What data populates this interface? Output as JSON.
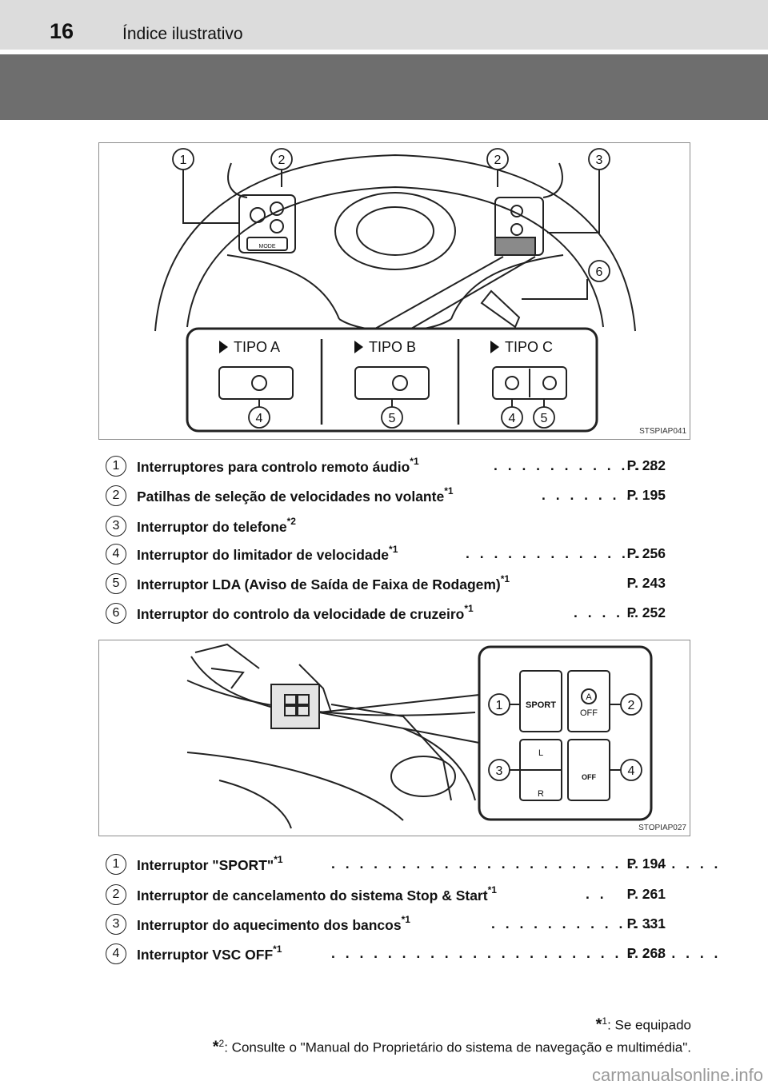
{
  "header": {
    "page_number": "16",
    "section_title": "Índice ilustrativo"
  },
  "figure1": {
    "code": "STSPIAP041",
    "types": [
      "TIPO A",
      "TIPO B",
      "TIPO C"
    ],
    "callouts": [
      "1",
      "2",
      "2",
      "3",
      "6",
      "4",
      "5",
      "4",
      "5"
    ],
    "mode_label": "MODE"
  },
  "list1": [
    {
      "num": "1",
      "text": "Interruptores para controlo remoto áudio",
      "note": "*1",
      "dots": ". . . . . . . . . . . .",
      "page": "P. 282"
    },
    {
      "num": "2",
      "text": "Patilhas de seleção de velocidades no volante",
      "note": "*1",
      "dots": ". . . . . . .",
      "page": "P. 195"
    },
    {
      "num": "3",
      "text": "Interruptor do telefone",
      "note": "*2",
      "dots": "",
      "page": ""
    },
    {
      "num": "4",
      "text": "Interruptor do limitador de velocidade",
      "note": "*1",
      "dots": ". . . . . . . . . . . . . .",
      "page": "P. 256"
    },
    {
      "num": "5",
      "text": "Interruptor LDA (Aviso de Saída de Faixa de Rodagem)",
      "note": "*1",
      "dots": "",
      "page": "P. 243"
    },
    {
      "num": "6",
      "text": "Interruptor do controlo da velocidade de cruzeiro",
      "note": "*1",
      "dots": ". . . . .",
      "page": "P. 252"
    }
  ],
  "figure2": {
    "code": "STOPIAP027",
    "callouts": [
      "1",
      "2",
      "3",
      "4"
    ],
    "sport_label": "SPORT",
    "a_label": "A",
    "off_label": "OFF",
    "l_label": "L",
    "r_label": "R",
    "vsc_off_label": "OFF"
  },
  "list2": [
    {
      "num": "1",
      "text": "Interruptor \"SPORT\"",
      "note": "*1",
      "dots": ". . . . . . . . . . . . . . . . . . . . . . . . . . . .",
      "page": "P. 194"
    },
    {
      "num": "2",
      "text": "Interruptor de cancelamento do sistema Stop & Start",
      "note": "*1",
      "dots": ". .",
      "page": "P. 261"
    },
    {
      "num": "3",
      "text": "Interruptor do aquecimento dos bancos",
      "note": "*1",
      "dots": ". . . . . . . . . . . . .",
      "page": "P. 331"
    },
    {
      "num": "4",
      "text": "Interruptor VSC OFF",
      "note": "*1",
      "dots": ". . . . . . . . . . . . . . . . . . . . . . . . . . . .",
      "page": "P. 268"
    }
  ],
  "footnotes": {
    "fn1_mark": "*",
    "fn1_sup": "1",
    "fn1_text": ": Se equipado",
    "fn2_mark": "*",
    "fn2_sup": "2",
    "fn2_text": ": Consulte o \"Manual do Proprietário do sistema de navegação e multimédia\"."
  },
  "watermark": "carmanualsonline.info"
}
